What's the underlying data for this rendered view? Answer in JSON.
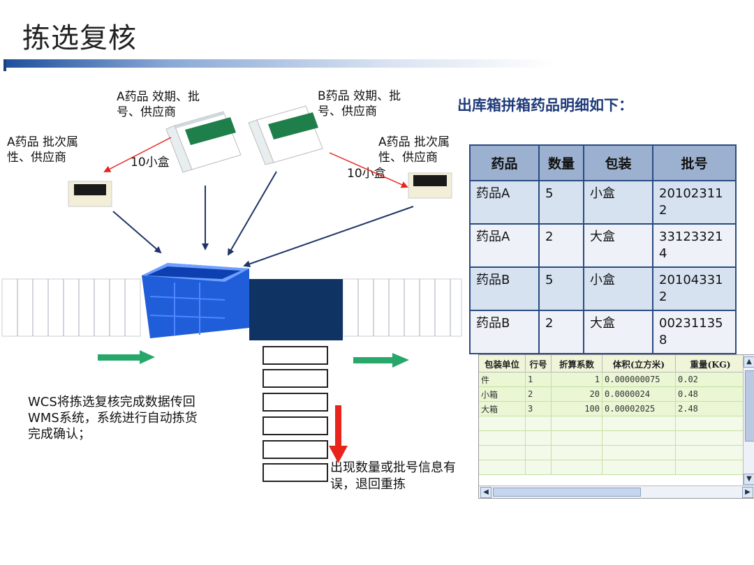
{
  "title": "拣选复核",
  "labels": {
    "a_left_top": "A药品 效期、批\n号、供应商",
    "b_top": "B药品 效期、批\n号、供应商",
    "a_left_side": "A药品 批次属\n性、供应商",
    "a_right_side": "A药品 批次属\n性、供应商",
    "qty_left": "10小盒",
    "qty_right": "10小盒",
    "wcs_note": "WCS将拣选复核完成数据传回\nWMS系统，系统进行自动拣货\n完成确认；",
    "error_note": "出现数量或批号信息有\n误，退回重拣"
  },
  "detail_heading": "出库箱拼箱药品明细如下：",
  "detail_table": {
    "headers": [
      "药品",
      "数量",
      "包装",
      "批号"
    ],
    "rows": [
      [
        "药品A",
        "5",
        "小盒",
        "20102311\n2"
      ],
      [
        "药品A",
        "2",
        "大盒",
        "33123321\n4"
      ],
      [
        "药品B",
        "5",
        "小盒",
        "20104331\n2"
      ],
      [
        "药品B",
        "2",
        "大盒",
        "00231135\n8"
      ]
    ]
  },
  "unit_grid": {
    "headers": [
      "包装单位",
      "行号",
      "折算系数",
      "体积(立方米)",
      "重量(KG)"
    ],
    "rows": [
      [
        "件",
        "1",
        "1",
        "0.000000075",
        "0.02"
      ],
      [
        "小箱",
        "2",
        "20",
        "0.0000024",
        "0.48"
      ],
      [
        "大箱",
        "3",
        "100",
        "0.00002025",
        "2.48"
      ]
    ]
  },
  "colors": {
    "accent_blue": "#1f3a7a",
    "arrow_red": "#e8241c",
    "arrow_green": "#27a86a",
    "crate_blue": "#1f5ed8",
    "station_navy": "#0f3463"
  }
}
